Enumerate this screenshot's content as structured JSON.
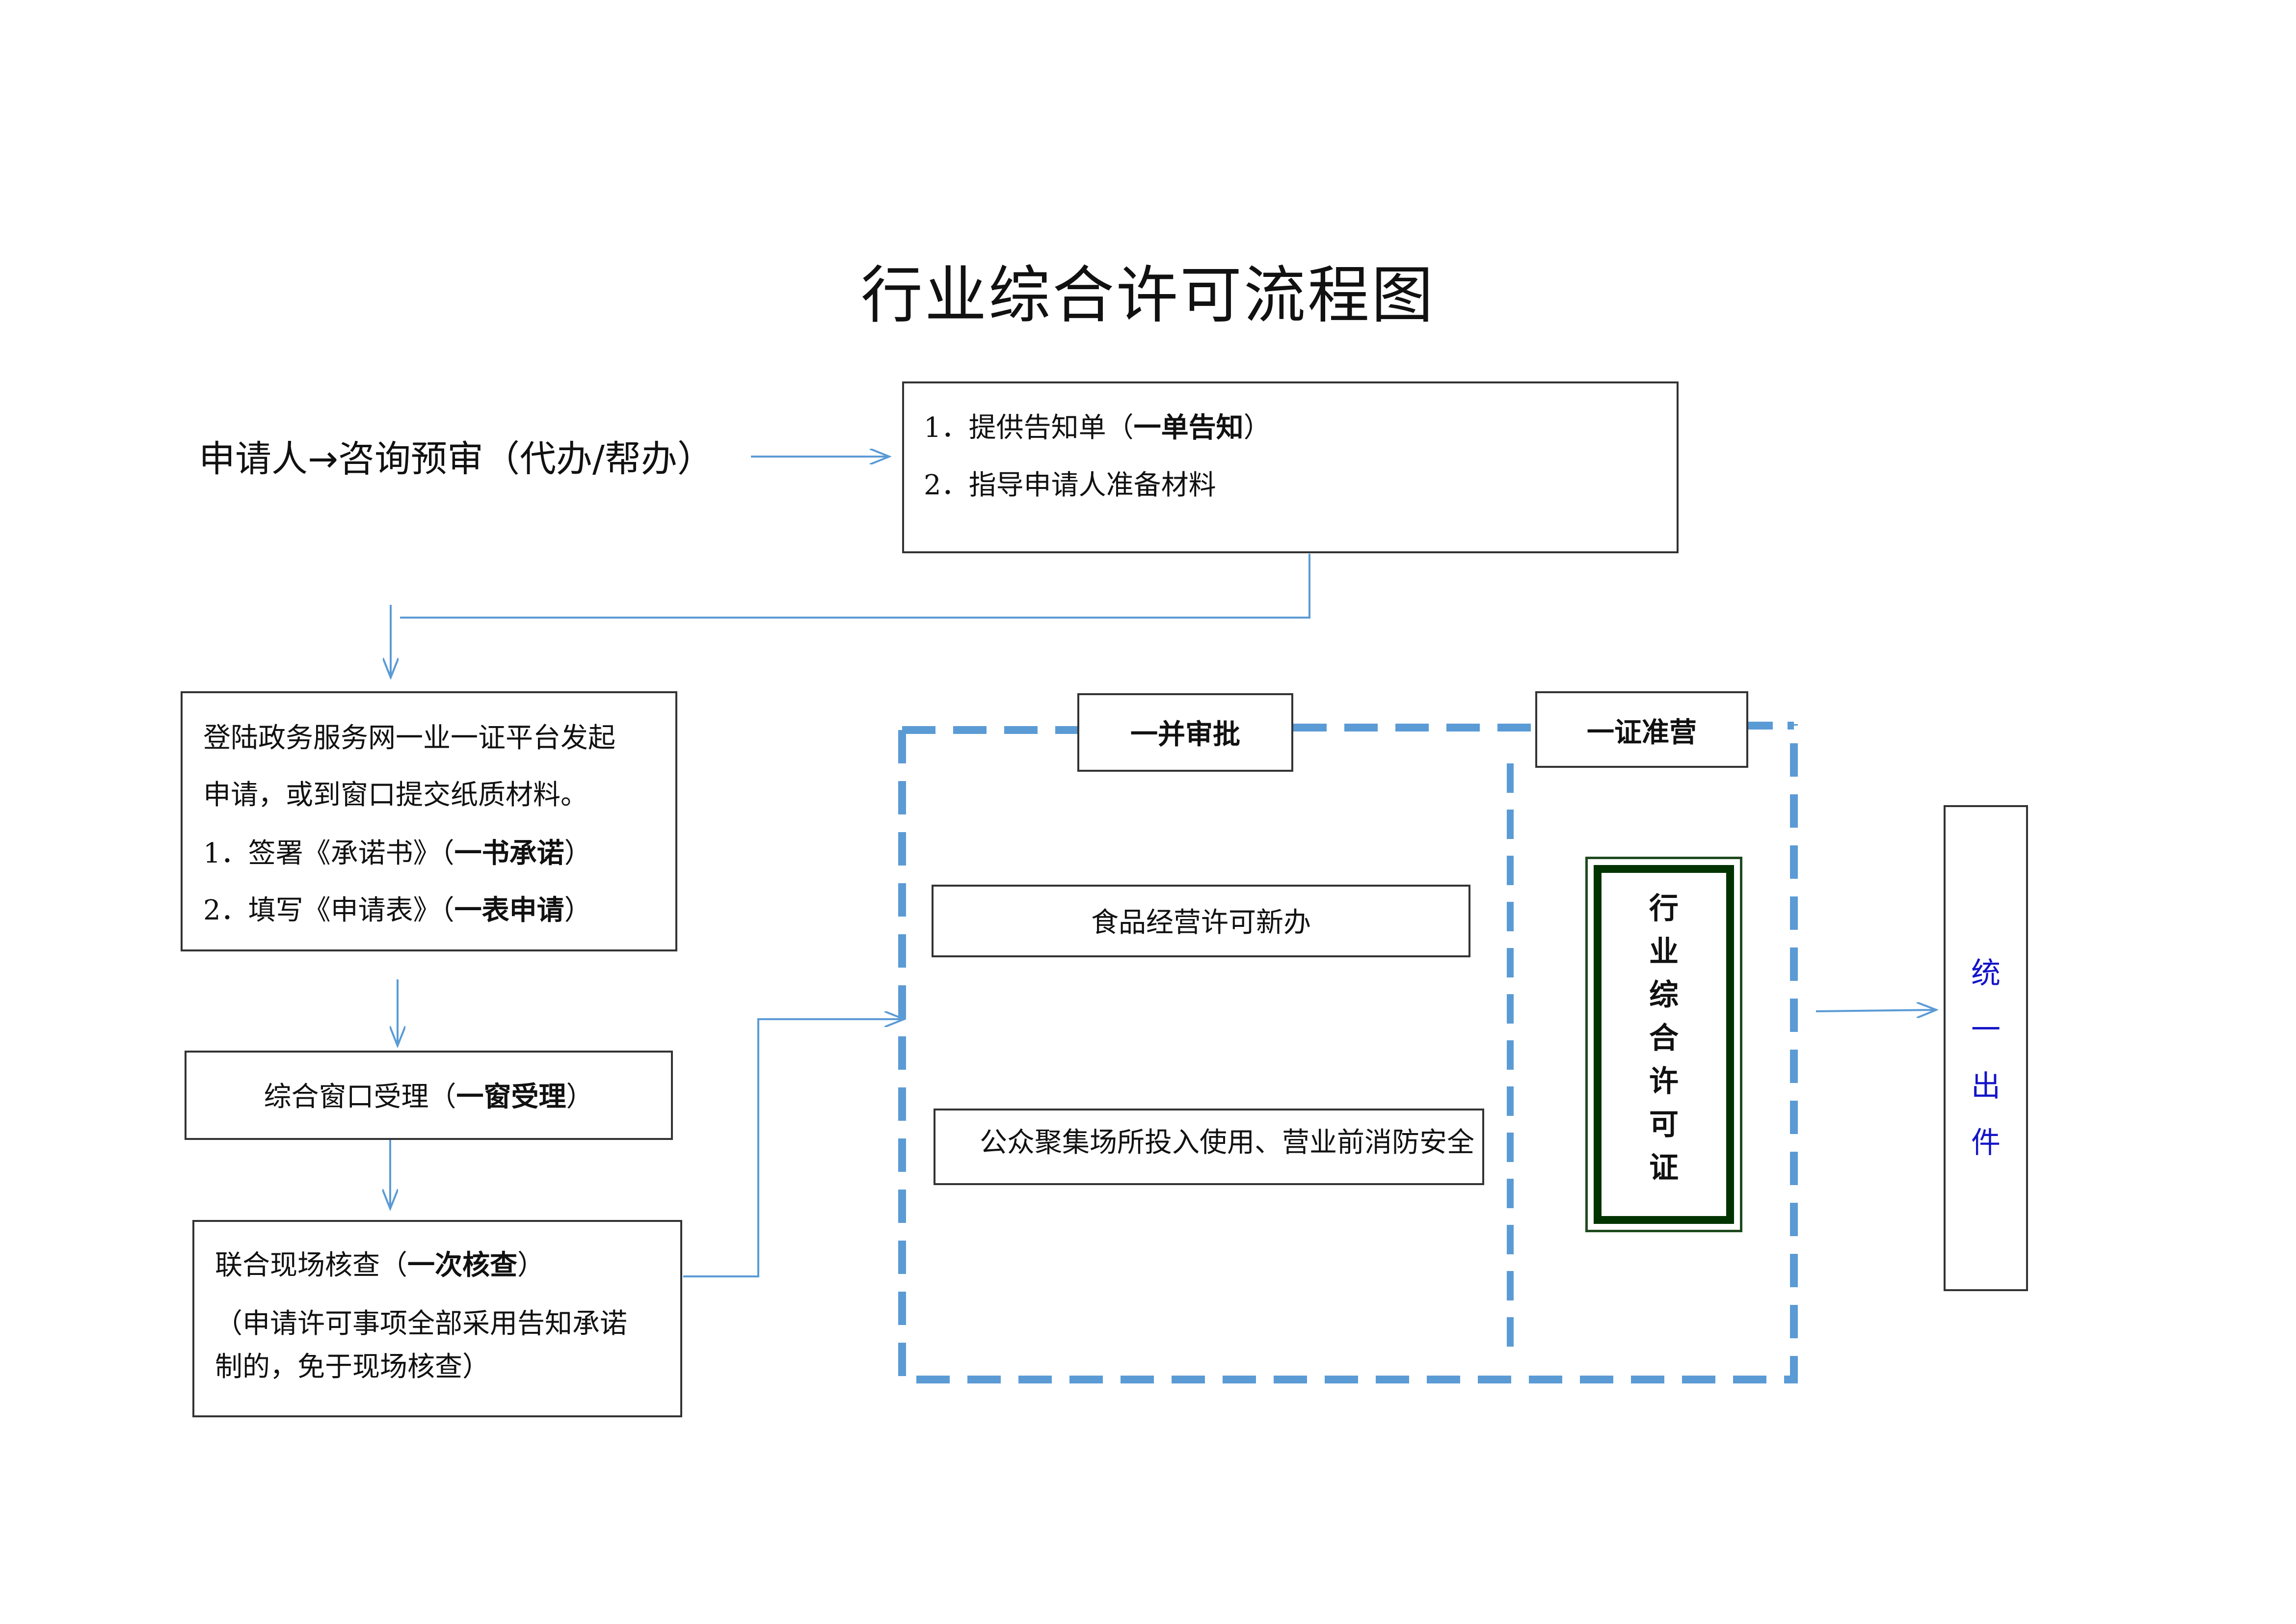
{
  "title": "行业综合许可流程图",
  "applicant": "申请人→咨询预审（代办/帮办）",
  "step_notice": {
    "line1_prefix": "1．提供告知单（",
    "line1_bold": "一单告知",
    "line1_suffix": "）",
    "line2": "2．指导申请人准备材料"
  },
  "step_apply": {
    "line1": "登陆政务服务网一业一证平台发起",
    "line2": "申请，或到窗口提交纸质材料。",
    "line3_prefix": "1．签署《承诺书》（",
    "line3_bold": "一书承诺",
    "line3_suffix": "）",
    "line4_prefix": "2．填写《申请表》（",
    "line4_bold": "一表申请",
    "line4_suffix": "）"
  },
  "step_window": {
    "prefix": "综合窗口受理（",
    "bold": "一窗受理",
    "suffix": "）"
  },
  "step_inspect": {
    "line1_prefix": "联合现场核查（",
    "line1_bold": "一次核查",
    "line1_suffix": "）",
    "line2": "（申请许可事项全部采用告知承诺",
    "line3": "制的，免于现场核查）"
  },
  "group_approval": {
    "label": "一并审批",
    "items": [
      "食品经营许可新办",
      "公众聚集场所投入使用、营业前消防安全"
    ]
  },
  "group_license": {
    "label": "一证准营",
    "certificate_chars": [
      "行",
      "业",
      "综",
      "合",
      "许",
      "可",
      "证"
    ]
  },
  "output": {
    "chars": [
      "统",
      "一",
      "出",
      "件"
    ]
  },
  "colors": {
    "connector": "#5b9bd5",
    "dashed_frame": "#5b9bd5",
    "output_text": "#1414c8",
    "certificate_border": "#003300"
  }
}
